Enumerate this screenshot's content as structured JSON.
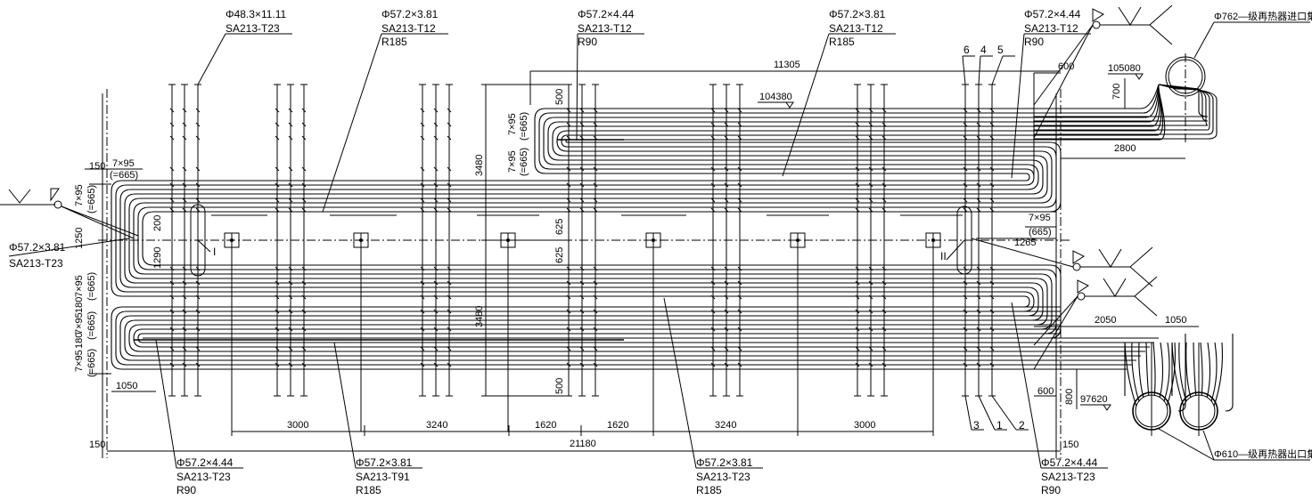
{
  "drawing": {
    "callouts_top": [
      {
        "size": "Φ48.3×11.11",
        "material": "SA213-T23",
        "radius": ""
      },
      {
        "size": "Φ57.2×3.81",
        "material": "SA213-T12",
        "radius": "R185"
      },
      {
        "size": "Φ57.2×4.44",
        "material": "SA213-T12",
        "radius": "R90"
      },
      {
        "size": "Φ57.2×3.81",
        "material": "SA213-T12",
        "radius": "R185"
      },
      {
        "size": "Φ57.2×4.44",
        "material": "SA213-T12",
        "radius": "R90"
      }
    ],
    "callouts_bottom": [
      {
        "size": "Φ57.2×4.44",
        "material": "SA213-T23",
        "radius": "R90"
      },
      {
        "size": "Φ57.2×3.81",
        "material": "SA213-T91",
        "radius": "R185"
      },
      {
        "size": "Φ57.2×3.81",
        "material": "SA213-T23",
        "radius": "R185"
      },
      {
        "size": "Φ57.2×4.44",
        "material": "SA213-T23",
        "radius": "R90"
      }
    ],
    "callout_left": {
      "size": "Φ57.2×3.81",
      "material": "SA213-T23"
    },
    "inlet_header": "Φ762—级再热器进口集箱",
    "outlet_header": "Φ610—级再热器出口集箱",
    "elevations": {
      "top_bundle": "104380",
      "inlet": "105080",
      "outlet": "97620"
    },
    "tube_numbers_top": [
      "6",
      "4",
      "5"
    ],
    "tube_numbers_bottom": [
      "3",
      "1",
      "2"
    ],
    "section_marks": [
      "I",
      "II"
    ],
    "dimensions": {
      "left_150": "150",
      "left_pitch": "7×95",
      "left_pitch_total": "(=665)",
      "left_1250": "1250",
      "left_200": "200",
      "left_1290": "1290",
      "left_180a": "180",
      "left_180b": "180",
      "left_1050": "1050",
      "bottom_150_left": "150",
      "bottom_150_right": "150",
      "total_21180": "21180",
      "span_3000a": "3000",
      "span_3240a": "3240",
      "span_1620a": "1620",
      "span_1620b": "1620",
      "span_3240b": "3240",
      "span_3000b": "3000",
      "top_11305": "11305",
      "mid_3480a": "3480",
      "mid_3480b": "3480",
      "mid_500a": "500",
      "mid_500b": "500",
      "mid_625a": "625",
      "mid_625b": "625",
      "right_600a": "600",
      "right_700": "700",
      "right_2800": "2800",
      "right_pitch": "7×95",
      "right_pitch_total": "(665)",
      "right_1265": "1265",
      "right_2050": "2050",
      "right_1050": "1050",
      "right_600b": "600",
      "right_800": "800"
    }
  }
}
